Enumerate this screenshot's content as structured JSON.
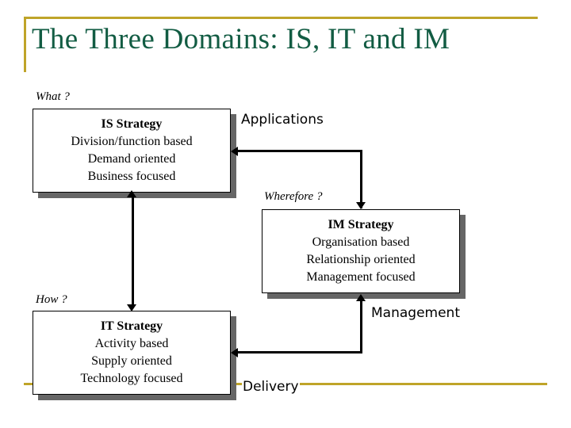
{
  "slide": {
    "title": "The Three Domains: IS, IT and IM",
    "title_color": "#125c43",
    "rule_color": "#bfa429",
    "background": "#ffffff"
  },
  "labels": {
    "what": "What ?",
    "wherefore": "Wherefore ?",
    "how": "How ?",
    "applications": "Applications",
    "management": "Management",
    "delivery": "Delivery"
  },
  "boxes": [
    {
      "id": "is",
      "title": "IS Strategy",
      "lines": [
        "Division/function based",
        "Demand oriented",
        "Business focused"
      ]
    },
    {
      "id": "im",
      "title": "IM Strategy",
      "lines": [
        "Organisation based",
        "Relationship oriented",
        "Management focused"
      ]
    },
    {
      "id": "it",
      "title": "IT Strategy",
      "lines": [
        "Activity based",
        "Supply oriented",
        "Technology focused"
      ]
    }
  ],
  "connectors": [
    {
      "name": "is-to-im-applications",
      "from": "IS Strategy",
      "to": "IM Strategy",
      "label": "Applications"
    },
    {
      "name": "it-to-im-management",
      "from": "IT Strategy",
      "to": "IM Strategy",
      "label": "Management"
    },
    {
      "name": "im-to-it-delivery",
      "from": "IM Strategy",
      "to": "IT Strategy",
      "label": "Delivery"
    },
    {
      "name": "is-it-bidirectional",
      "from": "IS Strategy",
      "to": "IT Strategy",
      "label": ""
    }
  ]
}
